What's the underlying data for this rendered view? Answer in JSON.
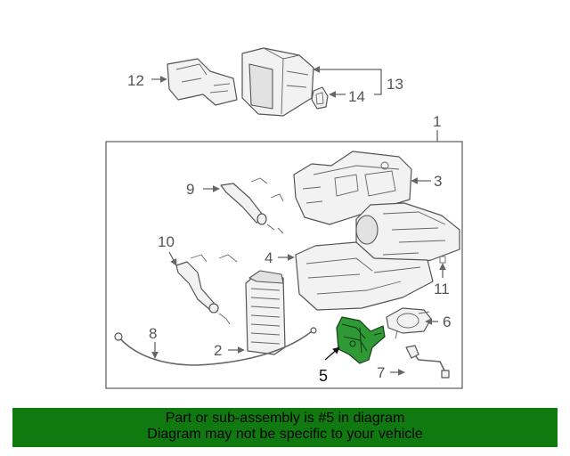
{
  "callouts": {
    "c1": "1",
    "c2": "2",
    "c3": "3",
    "c4": "4",
    "c5": "5",
    "c6": "6",
    "c7": "7",
    "c8": "8",
    "c9": "9",
    "c10": "10",
    "c11": "11",
    "c12": "12",
    "c13": "13",
    "c14": "14"
  },
  "highlight_color": "#2f9a35",
  "banner": {
    "color": "#107a10",
    "line1": "Part or sub-assembly is #5 in diagram",
    "line2": "Diagram may not be specific to your vehicle"
  }
}
